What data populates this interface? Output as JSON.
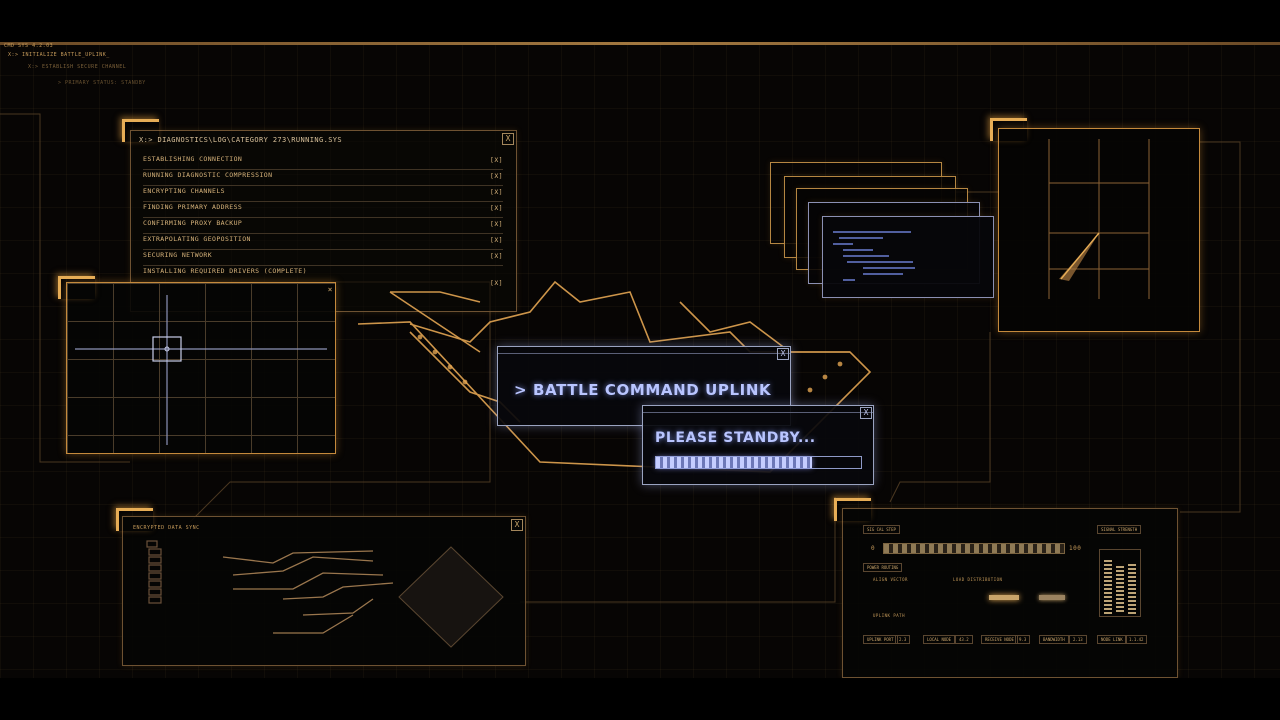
{
  "header": {
    "line1": "CMD SYS 4.2.03",
    "line2": "X:> INITIALIZE BATTLE_UPLINK_",
    "line3": "X:> ESTABLISH SECURE CHANNEL",
    "line4": "> PRIMARY STATUS: STANDBY"
  },
  "log_window": {
    "title": "X:> DIAGNOSTICS\\LOG\\CATEGORY 273\\RUNNING.SYS",
    "close": "X",
    "rows": [
      {
        "label": "ESTABLISHING CONNECTION",
        "mark": "[X]"
      },
      {
        "label": "RUNNING DIAGNOSTIC COMPRESSION",
        "mark": "[X]"
      },
      {
        "label": "ENCRYPTING CHANNELS",
        "mark": "[X]"
      },
      {
        "label": "FINDING PRIMARY ADDRESS",
        "mark": "[X]"
      },
      {
        "label": "CONFIRMING PROXY BACKUP",
        "mark": "[X]"
      },
      {
        "label": "EXTRAPOLATING GEOPOSITION",
        "mark": "[X]"
      },
      {
        "label": "SECURING NETWORK",
        "mark": "[X]"
      },
      {
        "label": "INSTALLING REQUIRED DRIVERS (COMPLETE)",
        "mark": "[X]"
      }
    ]
  },
  "uplink_window": {
    "title": "> BATTLE COMMAND UPLINK",
    "close": "X"
  },
  "standby_window": {
    "title": "PLEASE STANDBY...",
    "close": "X",
    "progress": 0.76
  },
  "data_sync": {
    "title": "ENCRYPTED DATA SYNC",
    "close": "X"
  },
  "status_panel": {
    "range_label": "SIG CAL STEP",
    "range_min": "0",
    "range_max": "100",
    "signal_label": "SIGNAL STRENGTH",
    "power_label": "POWER ROUTING",
    "labels": [
      "ALIGN VECTOR",
      "LOAD DISTRIBUTION",
      "UPLINK PATH"
    ],
    "readouts": [
      "UPLINK PORT",
      "2.3",
      "LOCAL NODE",
      "43.2",
      "RECEIVE NODE",
      "9.3",
      "BANDWIDTH",
      "2.13",
      "NODE LINK",
      "1.1.42"
    ]
  },
  "colors": {
    "amber": "#e7ad56",
    "blue": "#b9c5ff"
  }
}
